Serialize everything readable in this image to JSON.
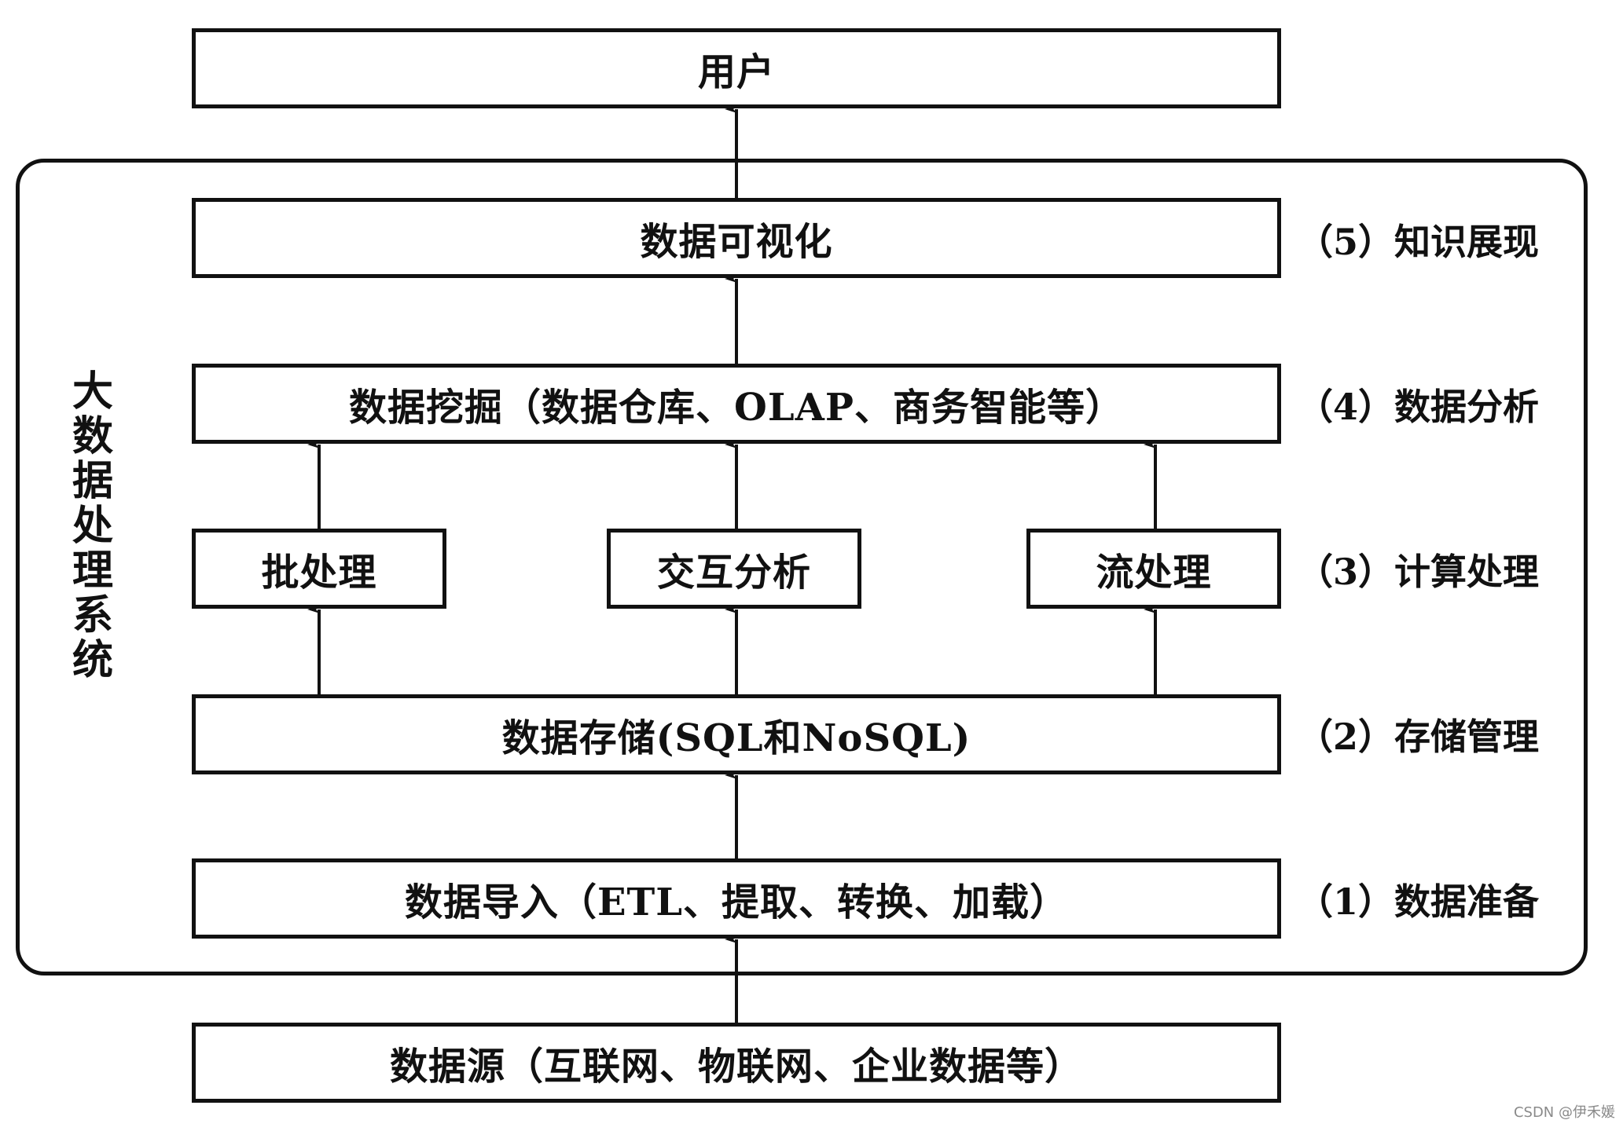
{
  "top": {
    "user": "用户"
  },
  "system": {
    "label": "大数据处理系统"
  },
  "layers": {
    "visualization": "数据可视化",
    "mining": "数据挖掘（数据仓库、OLAP、商务智能等）",
    "batch": "批处理",
    "interactive": "交互分析",
    "stream": "流处理",
    "storage": "数据存储(SQL和NoSQL)",
    "import": "数据导入（ETL、提取、转换、加载）"
  },
  "source": {
    "label": "数据源（互联网、物联网、企业数据等）"
  },
  "stages": {
    "s5": "（5）知识展现",
    "s4": "（4）数据分析",
    "s3": "（3）计算处理",
    "s2": "（2）存储管理",
    "s1": "（1）数据准备"
  },
  "watermark": "CSDN @伊禾媛"
}
